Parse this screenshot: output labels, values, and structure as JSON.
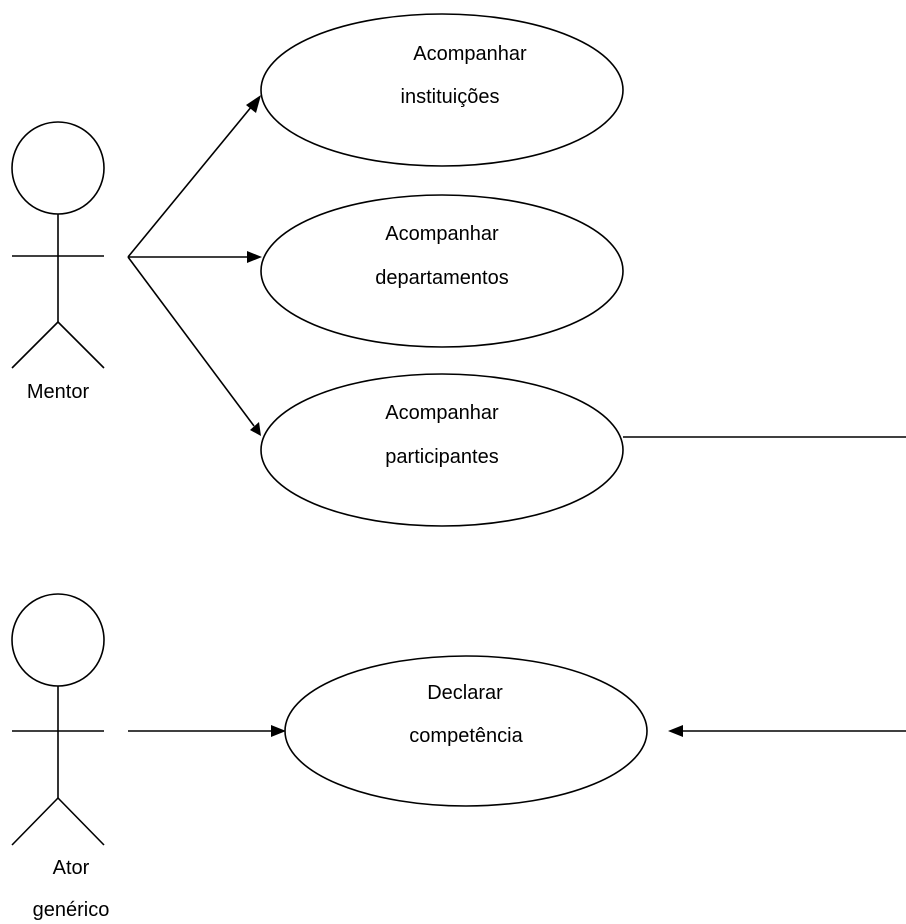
{
  "actors": {
    "mentor": {
      "label": "Mentor"
    },
    "ator_generico": {
      "label_line1": "Ator",
      "label_line2": "genérico"
    }
  },
  "use_cases": {
    "acompanhar_instituicoes": {
      "line1": "Acompanhar",
      "line2": "instituições"
    },
    "acompanhar_departamentos": {
      "line1": "Acompanhar",
      "line2": "departamentos"
    },
    "acompanhar_participantes": {
      "line1": "Acompanhar",
      "line2": "participantes"
    },
    "declarar_competencia": {
      "line1": "Declarar",
      "line2": "competência"
    }
  }
}
